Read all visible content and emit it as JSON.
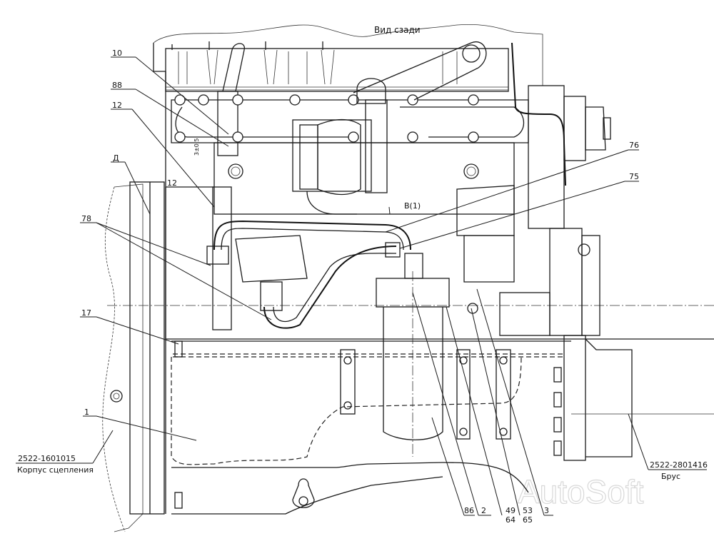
{
  "view_title": "Вид сзади",
  "callouts": {
    "c10": "10",
    "c88": "88",
    "c12a": "12",
    "c12b": "12",
    "cD": "Д",
    "c78": "78",
    "c17": "17",
    "c1": "1",
    "c76": "76",
    "c75": "75",
    "c86": "86",
    "c2": "2",
    "c49": "49",
    "c64": "64",
    "c53": "53",
    "c65": "65",
    "c3": "3",
    "cB1": "B(1)"
  },
  "dimension_text": "3±0.5",
  "references": {
    "clutch_housing": {
      "code": "2522-1601015",
      "name": "Корпус сцепления"
    },
    "beam": {
      "code": "2522-2801416",
      "name": "Брус"
    }
  },
  "watermark": "AutoSoft",
  "colors": {
    "line": "#1a1a1a",
    "background": "#ffffff",
    "watermark": "#d8d8d8"
  }
}
